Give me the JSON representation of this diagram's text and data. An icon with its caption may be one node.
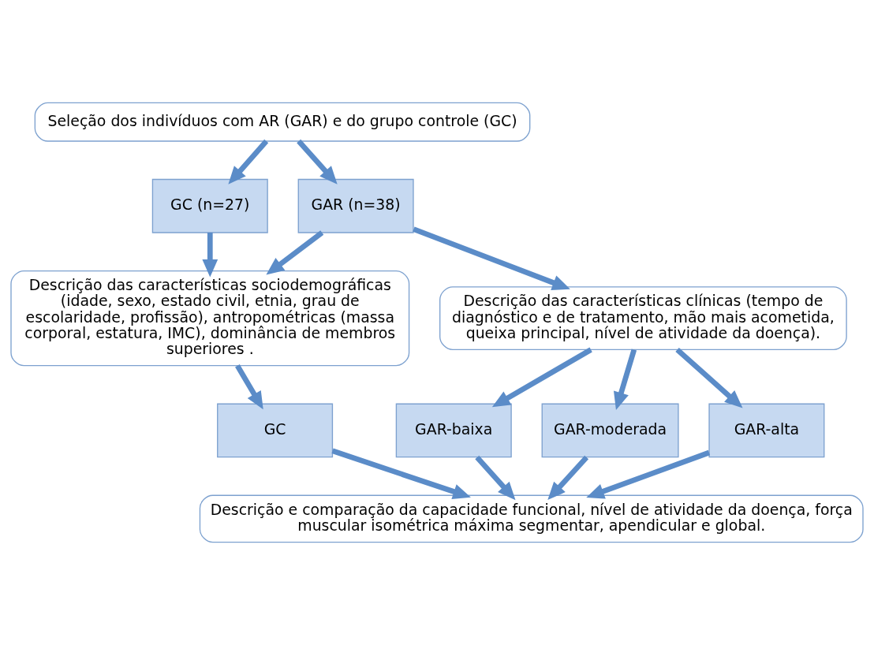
{
  "diagram": {
    "nodes": [
      {
        "text": [
          "Seleção dos indivíduos com AR (GAR) e do grupo controle (GC)"
        ]
      },
      {
        "text": [
          "GAR (n=38)"
        ]
      },
      {
        "text": [
          "GC (n=27)"
        ]
      },
      {
        "text": [
          "Descrição das características sociodemográficas (idade, sexo, estado civil, etnia, grau de escolaridade, profissão), antropométricas (massa corporal, estatura, IMC), dominância de membros superiores ."
        ]
      },
      {
        "text": [
          "Descrição das características clínicas (tempo de diagnóstico e de tratamento, mão mais acometida, queixa principal, nível de atividade da doença)."
        ]
      },
      {
        "text": [
          "GAR-baixa"
        ]
      },
      {
        "text": [
          "GAR-moderada"
        ]
      },
      {
        "text": [
          "GAR-alta"
        ]
      },
      {
        "text": [
          "GC"
        ]
      },
      {
        "text": [
          "Descrição e comparação da capacidade funcional, nível de atividade da doença, força muscular isométrica máxima segmentar, apendicular e global."
        ]
      }
    ],
    "edges": [
      {
        "from": 0,
        "to": 1,
        "arrow": "to"
      },
      {
        "from": 0,
        "to": 2,
        "arrow": "to"
      },
      {
        "from": 1,
        "to": 4,
        "arrow": "to"
      },
      {
        "from": 1,
        "to": 3,
        "arrow": "to"
      },
      {
        "from": 2,
        "to": 3,
        "arrow": "to"
      },
      {
        "from": 3,
        "to": 8,
        "arrow": "to"
      },
      {
        "from": 4,
        "to": 5,
        "arrow": "to"
      },
      {
        "from": 4,
        "to": 6,
        "arrow": "to"
      },
      {
        "from": 4,
        "to": 7,
        "arrow": "to"
      },
      {
        "from": 5,
        "to": 9,
        "arrow": "to"
      },
      {
        "from": 6,
        "to": 9,
        "arrow": "to"
      },
      {
        "from": 7,
        "to": 9,
        "arrow": "to"
      },
      {
        "from": 8,
        "to": 9,
        "arrow": "to"
      }
    ]
  }
}
